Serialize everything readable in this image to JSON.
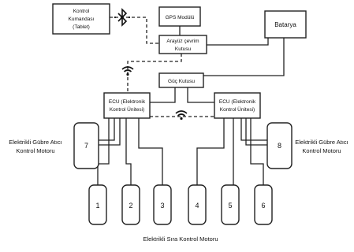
{
  "nodes": {
    "tablet": [
      "Kontrol",
      "Kumandası",
      "(Tablet)"
    ],
    "gps": "GPS Modülü",
    "interface": [
      "Arayüz çevrim",
      "Kutusu"
    ],
    "battery": "Batarya",
    "power": "Güç Kutusu",
    "ecu_left": [
      "ECU (Elektronik",
      "Kontrol Ünitesi)"
    ],
    "ecu_right": [
      "ECU (Elektronik",
      "Kontrol Ünitesi)"
    ]
  },
  "fertilizer_label": [
    "Elektrikli Gübre Atıcı",
    "Kontrol Motoru"
  ],
  "motors": {
    "fertilizer_left": "7",
    "fertilizer_right": "8",
    "row": [
      "1",
      "2",
      "3",
      "4",
      "5",
      "6"
    ]
  },
  "row_motor_caption": "Elektrikli Sıra Kontrol Motoru",
  "icons": {
    "bluetooth": "bluetooth-icon",
    "wifi": "wifi-icon"
  }
}
